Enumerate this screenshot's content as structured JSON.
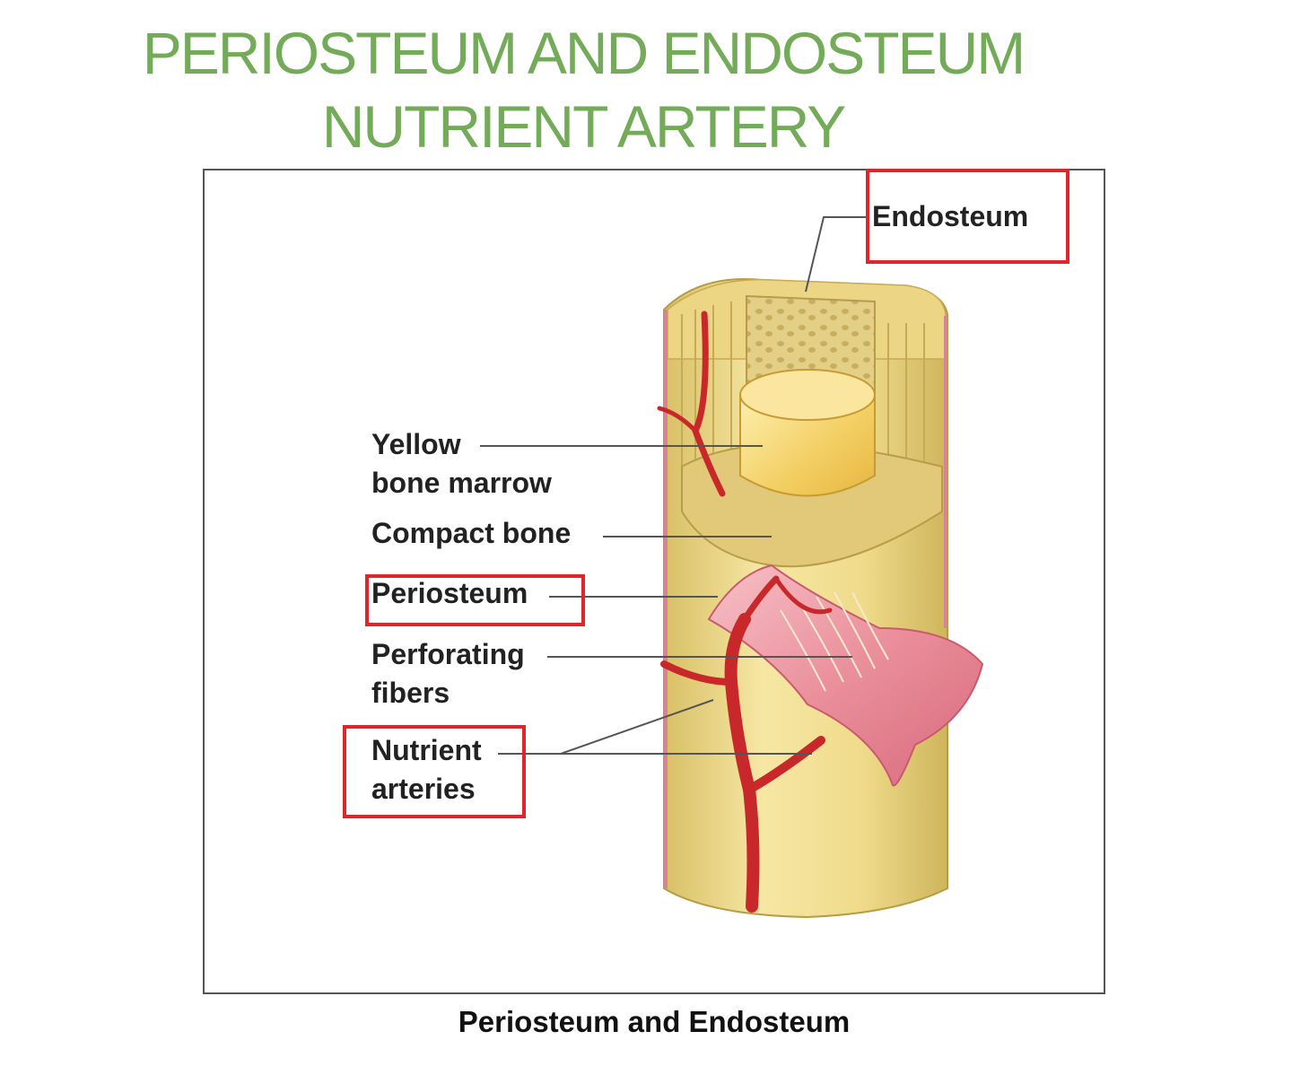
{
  "slide": {
    "title_line1": "PERIOSTEUM AND ENDOSTEUM",
    "title_line2": "NUTRIENT ARTERY",
    "title_color": "#73ab59"
  },
  "figure": {
    "caption": "Periosteum and Endosteum",
    "labels": {
      "endosteum": "Endosteum",
      "yellow_marrow_line1": "Yellow",
      "yellow_marrow_line2": "bone marrow",
      "compact_bone": "Compact bone",
      "periosteum": "Periosteum",
      "perforating_fibers_line1": "Perforating",
      "perforating_fibers_line2": "fibers",
      "nutrient_arteries_line1": "Nutrient",
      "nutrient_arteries_line2": "arteries"
    },
    "highlighted_labels": [
      "Endosteum",
      "Periosteum",
      "Nutrient arteries"
    ],
    "colors": {
      "highlight": "#e0262a",
      "bone": "#f0de8e",
      "periosteum": "#e98a9a",
      "artery": "#c8282a"
    }
  }
}
